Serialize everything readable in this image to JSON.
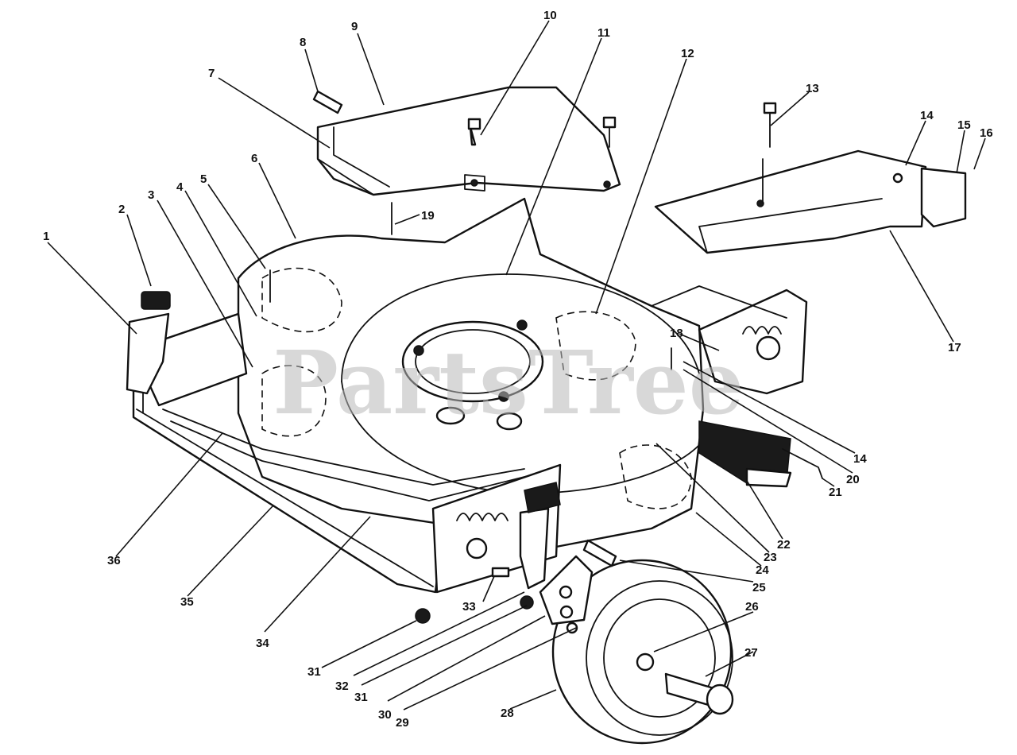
{
  "watermark": "PartsTree",
  "callouts": [
    "1",
    "2",
    "3",
    "4",
    "5",
    "6",
    "7",
    "8",
    "9",
    "10",
    "11",
    "12",
    "13",
    "14",
    "15",
    "16",
    "17",
    "18",
    "19",
    "14",
    "20",
    "21",
    "22",
    "23",
    "24",
    "25",
    "26",
    "27",
    "28",
    "29",
    "30",
    "31",
    "32",
    "31",
    "33",
    "34",
    "35",
    "36"
  ],
  "colors": {
    "ink": "#111111",
    "paper": "#ffffff",
    "watermark": "#b9b9b9"
  }
}
